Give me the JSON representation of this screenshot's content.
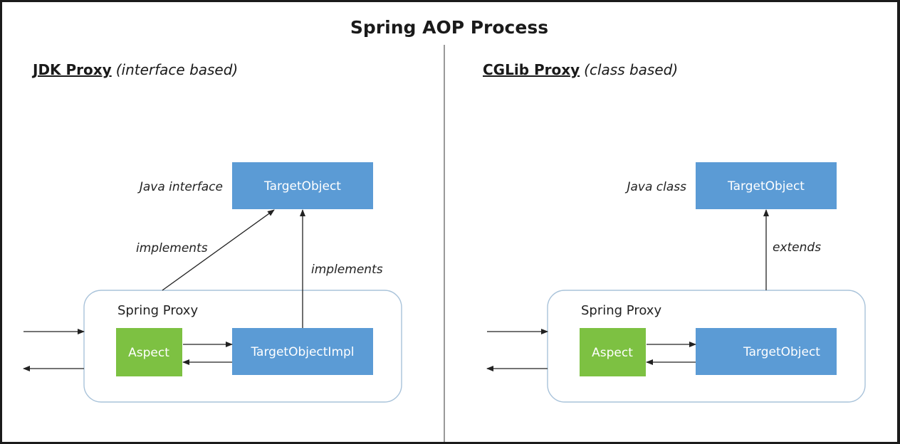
{
  "title": "Spring AOP Process",
  "jdk": {
    "heading": "JDK Proxy",
    "heading_note": "(interface based)",
    "target_kind": "Java interface",
    "target_label": "TargetObject",
    "implements_left": "implements",
    "implements_right": "implements",
    "proxy_label": "Spring Proxy",
    "aspect_label": "Aspect",
    "impl_label": "TargetObjectImpl"
  },
  "cglib": {
    "heading": "CGLib Proxy",
    "heading_note": "(class based)",
    "target_kind": "Java class",
    "target_label": "TargetObject",
    "extends_label": "extends",
    "proxy_label": "Spring Proxy",
    "aspect_label": "Aspect",
    "impl_label": "TargetObject"
  },
  "colors": {
    "box_blue": "#5b9bd5",
    "box_green": "#7dc142",
    "proxy_border": "#a9c3da"
  }
}
